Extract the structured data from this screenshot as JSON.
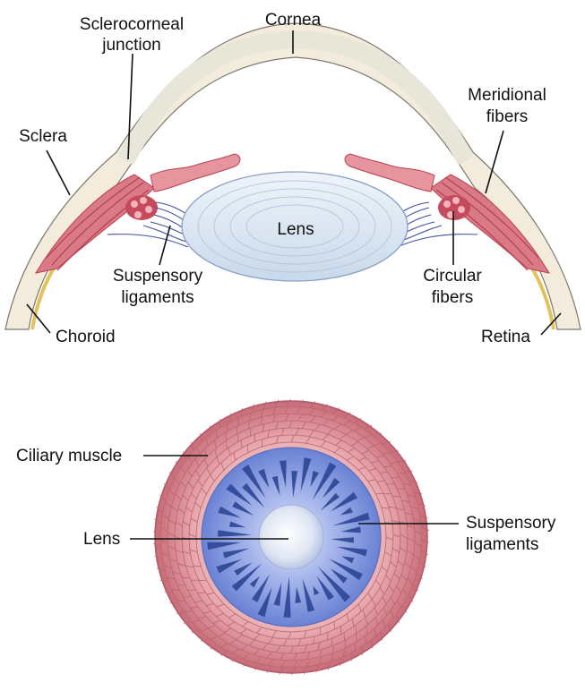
{
  "top_view": {
    "labels": {
      "sclerocorneal_1": "Sclerocorneal",
      "sclerocorneal_2": "junction",
      "cornea": "Cornea",
      "meridional_1": "Meridional",
      "meridional_2": "fibers",
      "sclera": "Sclera",
      "lens": "Lens",
      "suspensory_1": "Suspensory",
      "suspensory_2": "ligaments",
      "circular_1": "Circular",
      "circular_2": "fibers",
      "choroid": "Choroid",
      "retina": "Retina"
    }
  },
  "front_view": {
    "labels": {
      "ciliary_muscle": "Ciliary muscle",
      "lens": "Lens",
      "suspensory_1": "Suspensory",
      "suspensory_2": "ligaments"
    }
  },
  "colors": {
    "sclera": "#f3ebdc",
    "cornea": "#ebeade",
    "muscle": "#d97a86",
    "muscle_dark": "#b8404f",
    "choroid_line": "#e3c25c",
    "lens": "#dde8f2",
    "ligament": "#3d4f9a",
    "front_ring": "#c9707e",
    "front_blue": "#6e86d6",
    "front_ray": "#2c4695"
  }
}
